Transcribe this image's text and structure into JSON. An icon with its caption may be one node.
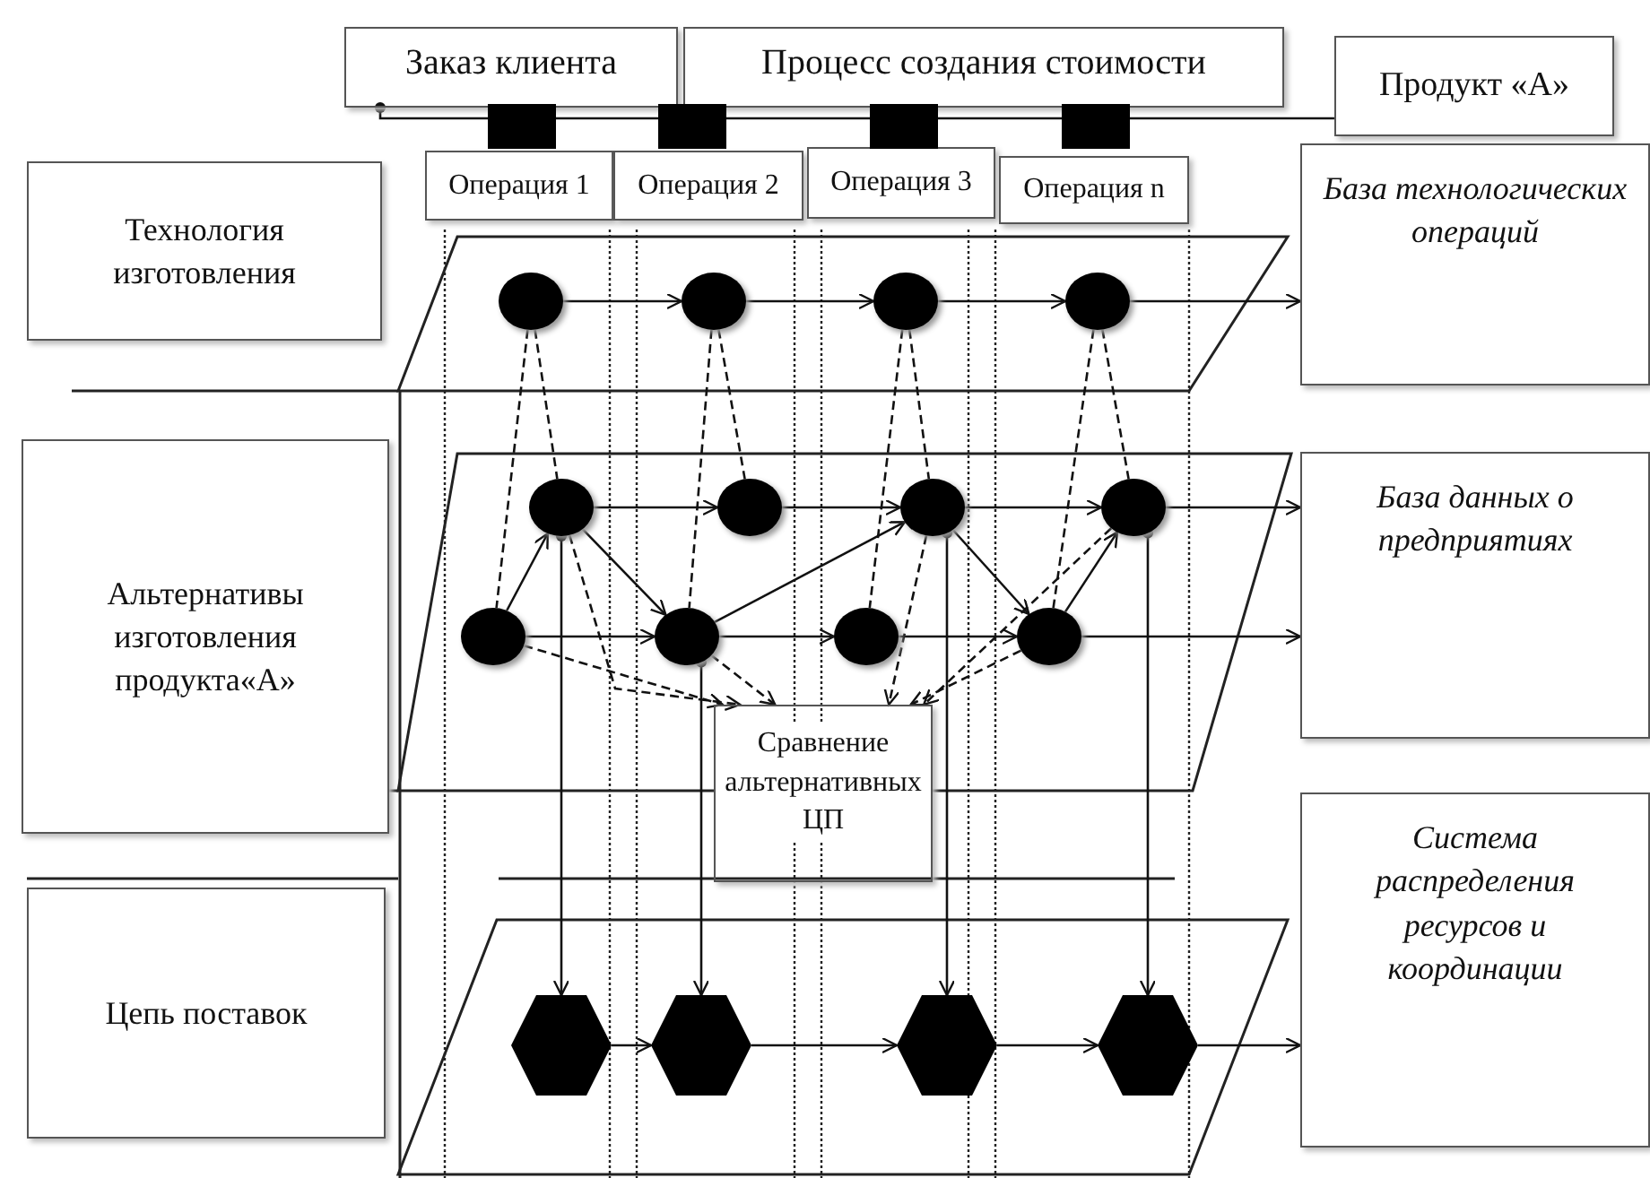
{
  "diagram": {
    "nodes": [
      {
        "text": [
          "Заказ клиента"
        ]
      },
      {
        "text": [
          "Процесс создания стоимости"
        ]
      },
      {
        "text": [
          "Продукт «А»"
        ]
      },
      {
        "text": [
          "Операция 1"
        ]
      },
      {
        "text": [
          "Операция 2"
        ]
      },
      {
        "text": [
          "Операция 3"
        ]
      },
      {
        "text": [
          "Операция n"
        ]
      },
      {
        "text": [
          "Технология изготовления"
        ]
      },
      {
        "text": [
          "Альтернативы изготовления продукта«А»"
        ]
      },
      {
        "text": [
          "Цепь поставок"
        ]
      },
      {
        "text": [
          "База технологических операций"
        ]
      },
      {
        "text": [
          "База данных о предприятиях"
        ]
      },
      {
        "text": [
          "Система распределения ресурсов и координации"
        ]
      },
      {
        "text": [
          "Сравнение альтернативных ЦП"
        ]
      },
      {
        "text": [],
        "shape": "box"
      },
      {
        "text": [],
        "shape": "box"
      },
      {
        "text": [],
        "shape": "box"
      },
      {
        "text": [],
        "shape": "box"
      },
      {
        "text": [],
        "shape": "circle"
      },
      {
        "text": [],
        "shape": "circle"
      },
      {
        "text": [],
        "shape": "circle"
      },
      {
        "text": [],
        "shape": "circle"
      },
      {
        "text": [],
        "shape": "circle"
      },
      {
        "text": [],
        "shape": "circle"
      },
      {
        "text": [],
        "shape": "circle"
      },
      {
        "text": [],
        "shape": "circle"
      },
      {
        "text": [],
        "shape": "circle"
      },
      {
        "text": [],
        "shape": "circle"
      },
      {
        "text": [],
        "shape": "circle"
      },
      {
        "text": [],
        "shape": "circle"
      },
      {
        "text": [],
        "shape": "hexagon"
      },
      {
        "text": [],
        "shape": "hexagon"
      },
      {
        "text": [],
        "shape": "hexagon"
      },
      {
        "text": [],
        "shape": "hexagon"
      }
    ],
    "edges": [
      {
        "from": 0,
        "to": 14,
        "arrow": "other"
      },
      {
        "from": 14,
        "to": 15,
        "arrow": "none"
      },
      {
        "from": 15,
        "to": 16,
        "arrow": "none"
      },
      {
        "from": 16,
        "to": 17,
        "arrow": "none"
      },
      {
        "from": 17,
        "to": 2,
        "arrow": "none"
      },
      {
        "from": 18,
        "to": 19,
        "arrow": "to"
      },
      {
        "from": 19,
        "to": 20,
        "arrow": "to"
      },
      {
        "from": 20,
        "to": 21,
        "arrow": "to"
      },
      {
        "from": 21,
        "to": 10,
        "arrow": "to"
      },
      {
        "from": 22,
        "to": 23,
        "arrow": "to"
      },
      {
        "from": 23,
        "to": 24,
        "arrow": "to"
      },
      {
        "from": 24,
        "to": 25,
        "arrow": "to"
      },
      {
        "from": 25,
        "to": 11,
        "arrow": "to"
      },
      {
        "from": 26,
        "to": 27,
        "arrow": "to"
      },
      {
        "from": 27,
        "to": 28,
        "arrow": "to"
      },
      {
        "from": 28,
        "to": 29,
        "arrow": "to"
      },
      {
        "from": 29,
        "to": 11,
        "arrow": "to"
      },
      {
        "from": 26,
        "to": 22,
        "arrow": "to"
      },
      {
        "from": 22,
        "to": 27,
        "arrow": "to"
      },
      {
        "from": 27,
        "to": 24,
        "arrow": "to"
      },
      {
        "from": 24,
        "to": 29,
        "arrow": "to"
      },
      {
        "from": 29,
        "to": 25,
        "arrow": "to"
      },
      {
        "from": 18,
        "to": 22,
        "arrow": "none",
        "style": "dashed"
      },
      {
        "from": 18,
        "to": 26,
        "arrow": "none",
        "style": "dashed"
      },
      {
        "from": 19,
        "to": 23,
        "arrow": "none",
        "style": "dashed"
      },
      {
        "from": 19,
        "to": 27,
        "arrow": "none",
        "style": "dashed"
      },
      {
        "from": 20,
        "to": 24,
        "arrow": "none",
        "style": "dashed"
      },
      {
        "from": 20,
        "to": 28,
        "arrow": "none",
        "style": "dashed"
      },
      {
        "from": 21,
        "to": 25,
        "arrow": "none",
        "style": "dashed"
      },
      {
        "from": 21,
        "to": 29,
        "arrow": "none",
        "style": "dashed"
      },
      {
        "from": 26,
        "to": 13,
        "arrow": "to",
        "style": "dashed"
      },
      {
        "from": 22,
        "to": 13,
        "arrow": "to",
        "style": "dashed"
      },
      {
        "from": 27,
        "to": 13,
        "arrow": "to",
        "style": "dashed"
      },
      {
        "from": 24,
        "to": 13,
        "arrow": "to",
        "style": "dashed"
      },
      {
        "from": 29,
        "to": 13,
        "arrow": "to",
        "style": "dashed"
      },
      {
        "from": 25,
        "to": 13,
        "arrow": "to",
        "style": "dashed"
      },
      {
        "from": 22,
        "to": 30,
        "arrow": "to"
      },
      {
        "from": 27,
        "to": 31,
        "arrow": "to"
      },
      {
        "from": 24,
        "to": 32,
        "arrow": "to"
      },
      {
        "from": 25,
        "to": 33,
        "arrow": "to"
      },
      {
        "from": 30,
        "to": 31,
        "arrow": "to"
      },
      {
        "from": 31,
        "to": 32,
        "arrow": "to"
      },
      {
        "from": 32,
        "to": 33,
        "arrow": "to"
      },
      {
        "from": 33,
        "to": 12,
        "arrow": "to"
      }
    ]
  }
}
